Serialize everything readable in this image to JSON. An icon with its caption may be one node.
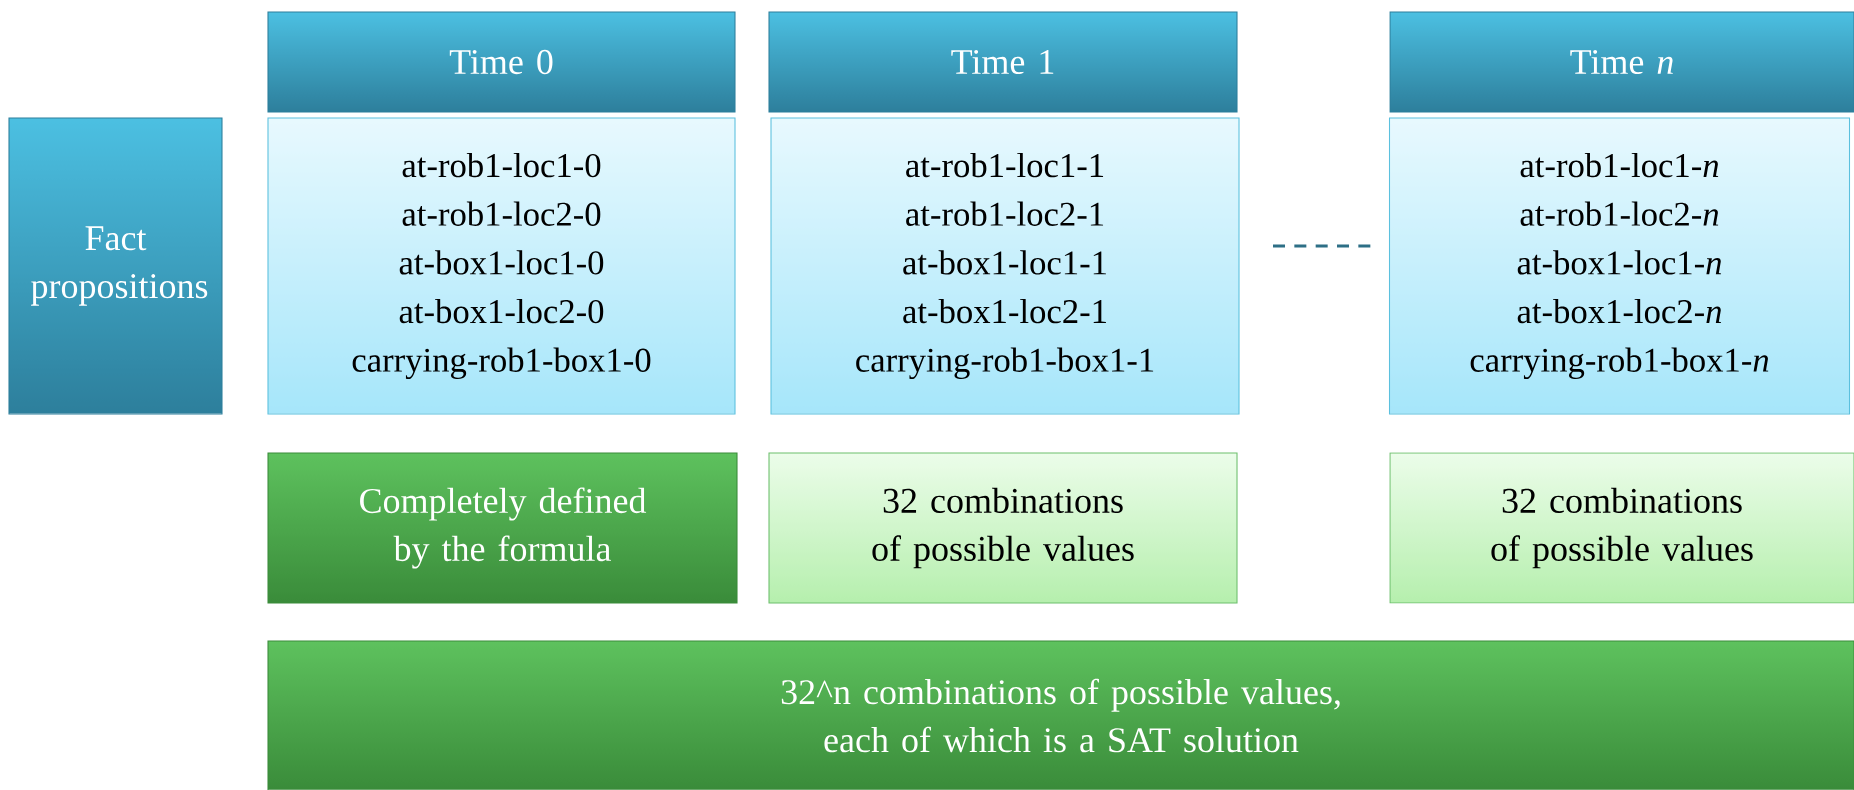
{
  "diagram": {
    "nodes": [
      {
        "text": [
          "Fact propositions"
        ]
      },
      {
        "text": [
          "Time 0"
        ]
      },
      {
        "text": [
          "Time 1"
        ]
      },
      {
        "text": [
          "Time *n*"
        ]
      },
      {
        "text": [
          "at-rob1-loc1-0",
          "at-rob1-loc2-0",
          "at-box1-loc1-0",
          "at-box1-loc2-0",
          "carrying-rob1-box1-0"
        ]
      },
      {
        "text": [
          "at-rob1-loc1-1",
          "at-rob1-loc2-1",
          "at-box1-loc1-1",
          "at-box1-loc2-1",
          "carrying-rob1-box1-1"
        ]
      },
      {
        "text": [
          "at-rob1-loc1-*n*",
          "at-rob1-loc2-*n*",
          "at-box1-loc1-*n*",
          "at-box1-loc2-*n*",
          "carrying-rob1-box1-*n*"
        ]
      },
      {
        "text": [
          "Completely defined by the formula"
        ]
      },
      {
        "text": [
          "32 combinations of possible values"
        ]
      },
      {
        "text": [
          "32 combinations of possible values"
        ]
      },
      {
        "text": [
          "32^n combinations of possible values, each of which is a SAT solution"
        ]
      }
    ],
    "edges": []
  }
}
